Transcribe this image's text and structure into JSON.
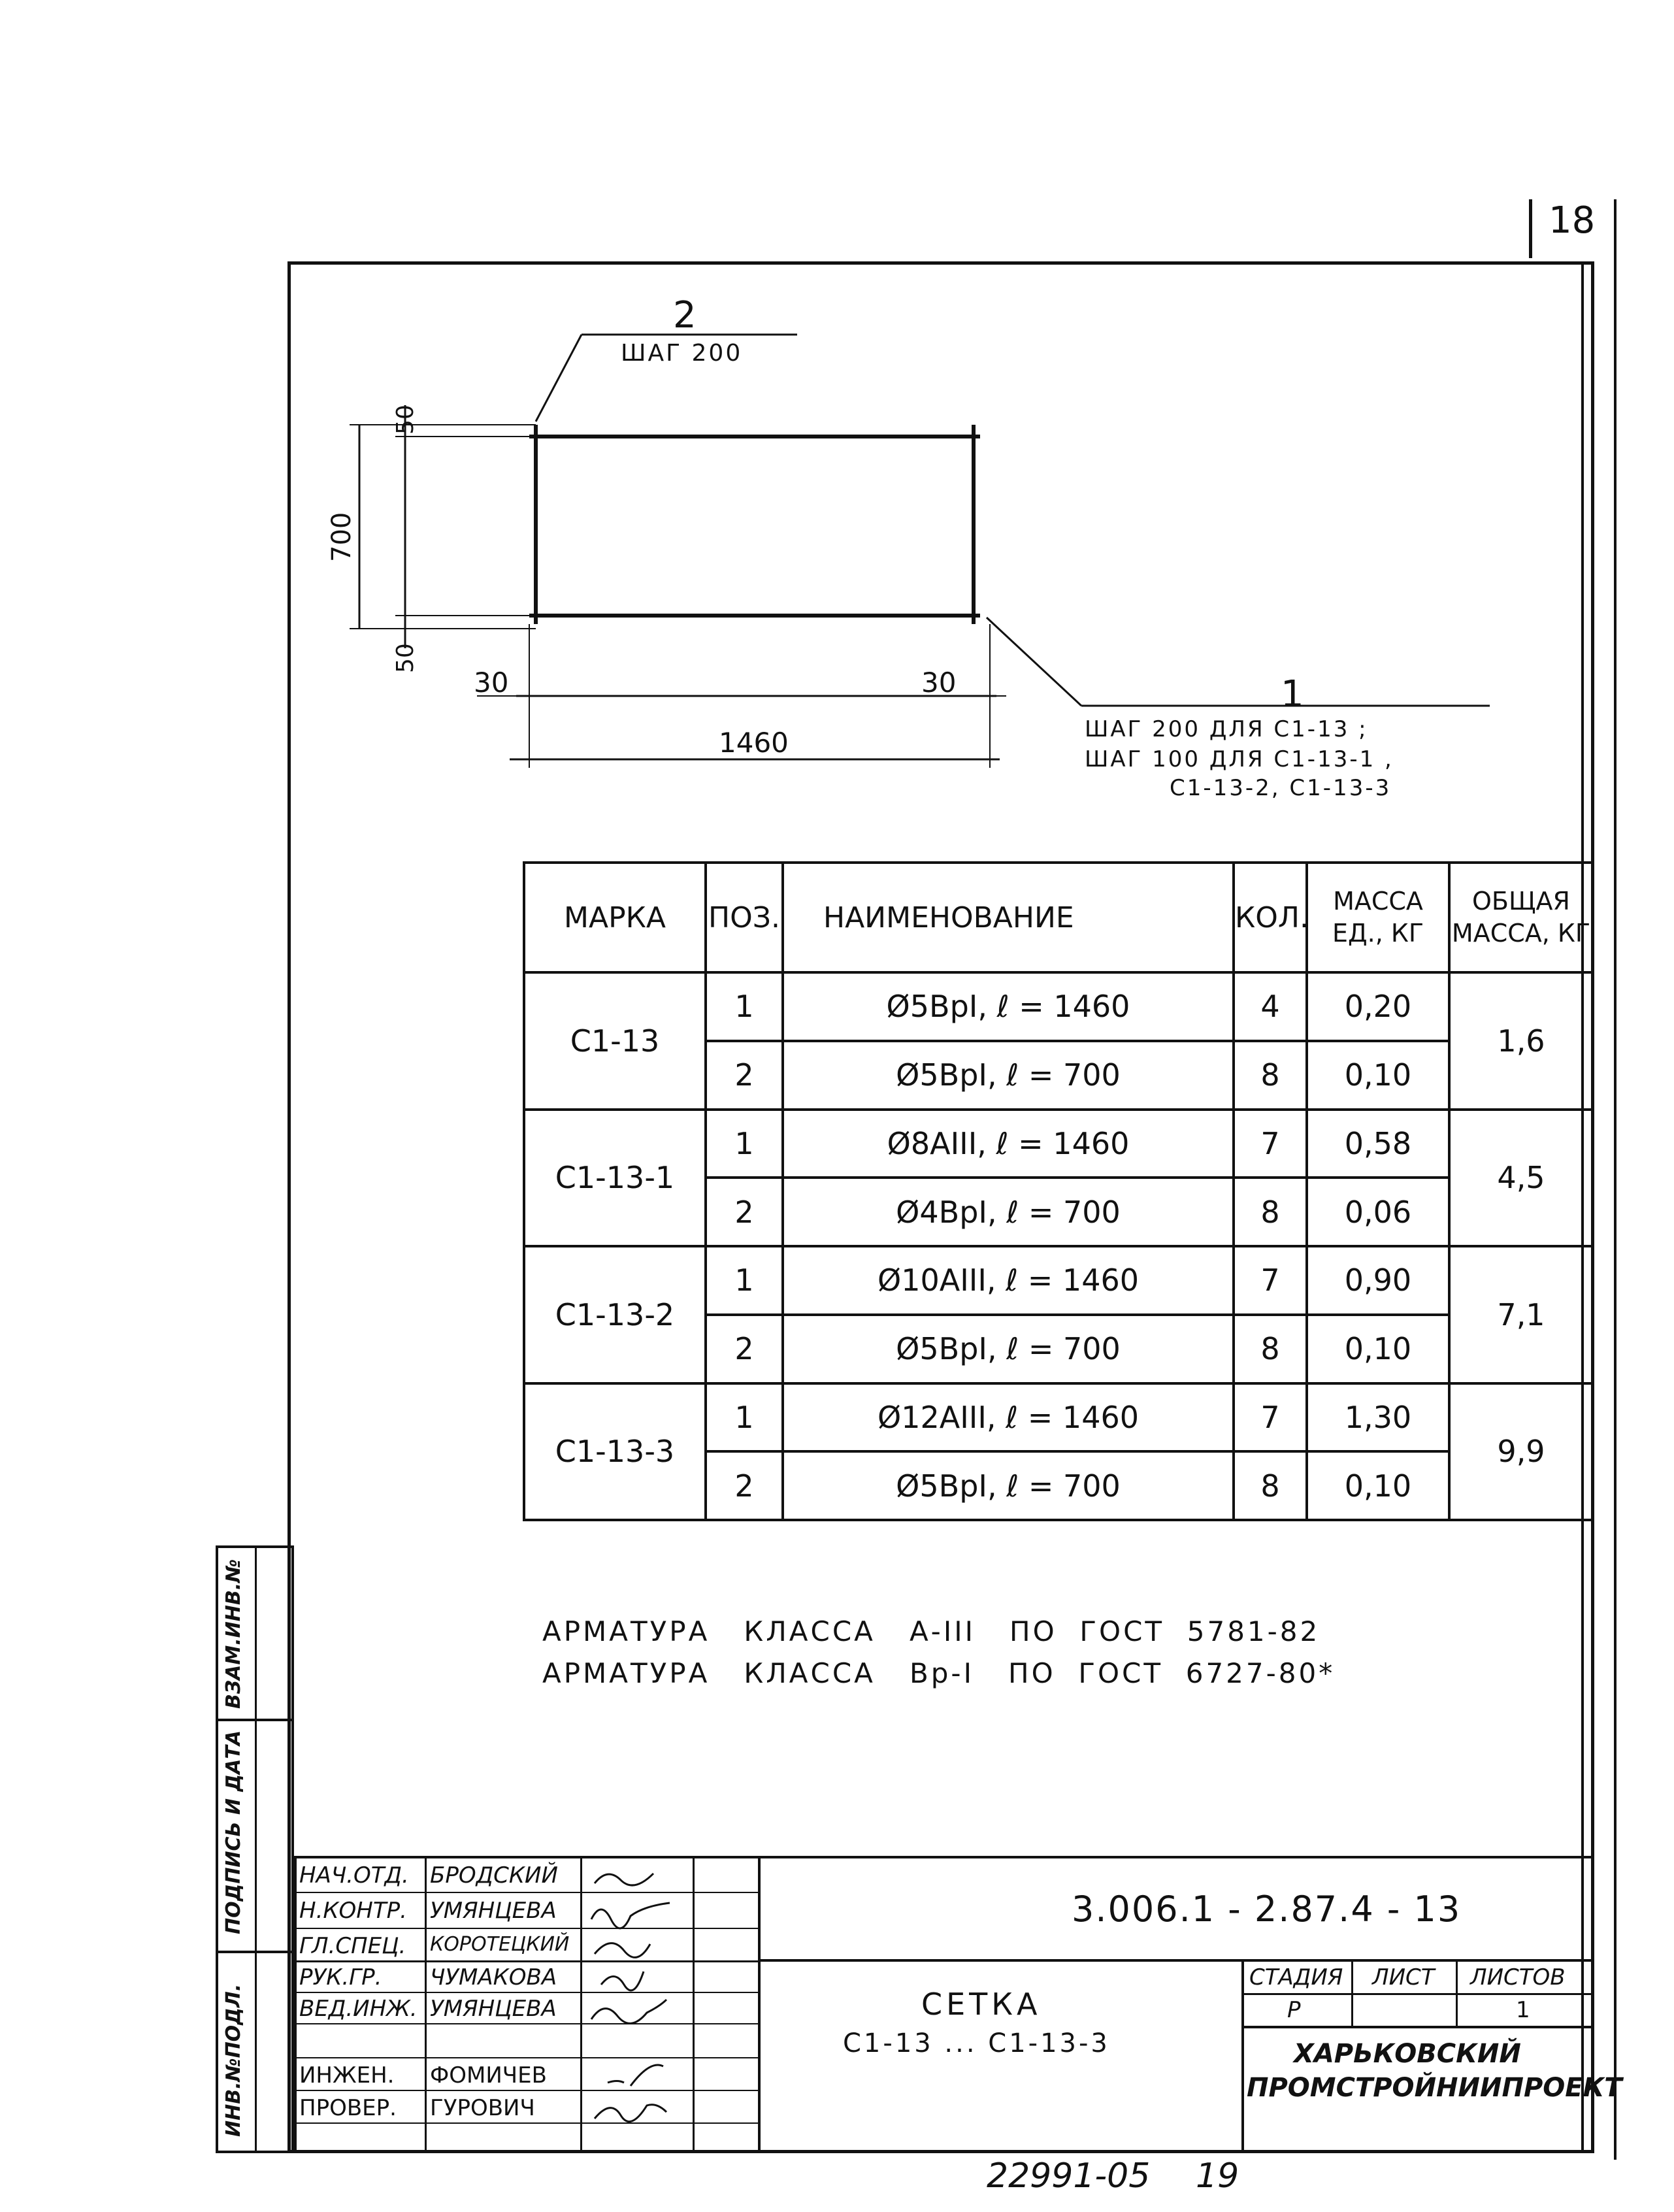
{
  "page_number": "18",
  "drawing": {
    "pos2_label": "2",
    "pos2_note": "ШАГ 200",
    "dim_50_top": "50",
    "dim_700": "700",
    "dim_50_bottom": "50",
    "dim_30_left": "30",
    "dim_30_right": "30",
    "dim_1460": "1460",
    "pos1_label": "1",
    "pos1_note_line1": "ШАГ 200 ДЛЯ  С1-13 ;",
    "pos1_note_line2": "ШАГ 100 ДЛЯ С1-13-1 ,",
    "pos1_note_line3": "С1-13-2, С1-13-3"
  },
  "table": {
    "headers": {
      "marka": "МАРКА",
      "poz": "ПОЗ.",
      "name": "НАИМЕНОВАНИЕ",
      "kol": "КОЛ.",
      "mass_unit_l1": "МАССА",
      "mass_unit_l2": "ЕД., КГ",
      "mass_total_l1": "ОБЩАЯ",
      "mass_total_l2": "МАССА, КГ"
    },
    "groups": [
      {
        "marka": "С1-13",
        "total": "1,6",
        "rows": [
          {
            "poz": "1",
            "name": "Ø5ВрI,  ℓ = 1460",
            "kol": "4",
            "mass": "0,20"
          },
          {
            "poz": "2",
            "name": "Ø5ВрI,  ℓ = 700",
            "kol": "8",
            "mass": "0,10"
          }
        ]
      },
      {
        "marka": "С1-13-1",
        "total": "4,5",
        "rows": [
          {
            "poz": "1",
            "name": "Ø8АIII,  ℓ = 1460",
            "kol": "7",
            "mass": "0,58"
          },
          {
            "poz": "2",
            "name": "Ø4ВрI,  ℓ = 700",
            "kol": "8",
            "mass": "0,06"
          }
        ]
      },
      {
        "marka": "С1-13-2",
        "total": "7,1",
        "rows": [
          {
            "poz": "1",
            "name": "Ø10АIII,  ℓ = 1460",
            "kol": "7",
            "mass": "0,90"
          },
          {
            "poz": "2",
            "name": "Ø5ВрI,  ℓ = 700",
            "kol": "8",
            "mass": "0,10"
          }
        ]
      },
      {
        "marka": "С1-13-3",
        "total": "9,9",
        "rows": [
          {
            "poz": "1",
            "name": "Ø12АIII,  ℓ = 1460",
            "kol": "7",
            "mass": "1,30"
          },
          {
            "poz": "2",
            "name": "Ø5ВрI,  ℓ = 700",
            "kol": "8",
            "mass": "0,10"
          }
        ]
      }
    ]
  },
  "notes": {
    "line1": "АРМАТУРА   КЛАССА   А-III   ПО  ГОСТ  5781-82",
    "line2": "АРМАТУРА   КЛАССА   Вр-I   ПО  ГОСТ  6727-80*"
  },
  "title_block": {
    "signatures": [
      {
        "role": "НАЧ.ОТД.",
        "name": "БРОДСКИЙ"
      },
      {
        "role": "Н.КОНТР.",
        "name": "УМЯНЦЕВА"
      },
      {
        "role": "ГЛ.СПЕЦ.",
        "name": "КОРОТЕЦКИЙ"
      },
      {
        "role": "РУК.ГР.",
        "name": "ЧУМАКОВА"
      },
      {
        "role": "ВЕД.ИНЖ.",
        "name": "УМЯНЦЕВА"
      },
      {
        "role": "",
        "name": ""
      },
      {
        "role": "ИНЖЕН.",
        "name": "ФОМИЧЕВ"
      },
      {
        "role": "ПРОВЕР.",
        "name": "ГУРОВИЧ"
      }
    ],
    "doc_code": "3.006.1 - 2.87.4 - 13",
    "title_line1": "СЕТКА",
    "title_line2": "С1-13 ... С1-13-3",
    "stage_header": "СТАДИЯ",
    "sheet_header": "ЛИСТ",
    "sheets_header": "ЛИСТОВ",
    "stage_value": "Р",
    "sheet_value": "",
    "sheets_value": "1",
    "org_line1": "ХАРЬКОВСКИЙ",
    "org_line2": "ПРОМСТРОЙНИИПРОЕКТ"
  },
  "side_stamp": {
    "box1": "ВЗАМ.ИНВ.№",
    "box2": "ПОДПИСЬ И ДАТА",
    "box3": "ИНВ.№ПОДЛ."
  },
  "footer": {
    "archive_number": "22991-05",
    "sheet_ref": "19"
  }
}
